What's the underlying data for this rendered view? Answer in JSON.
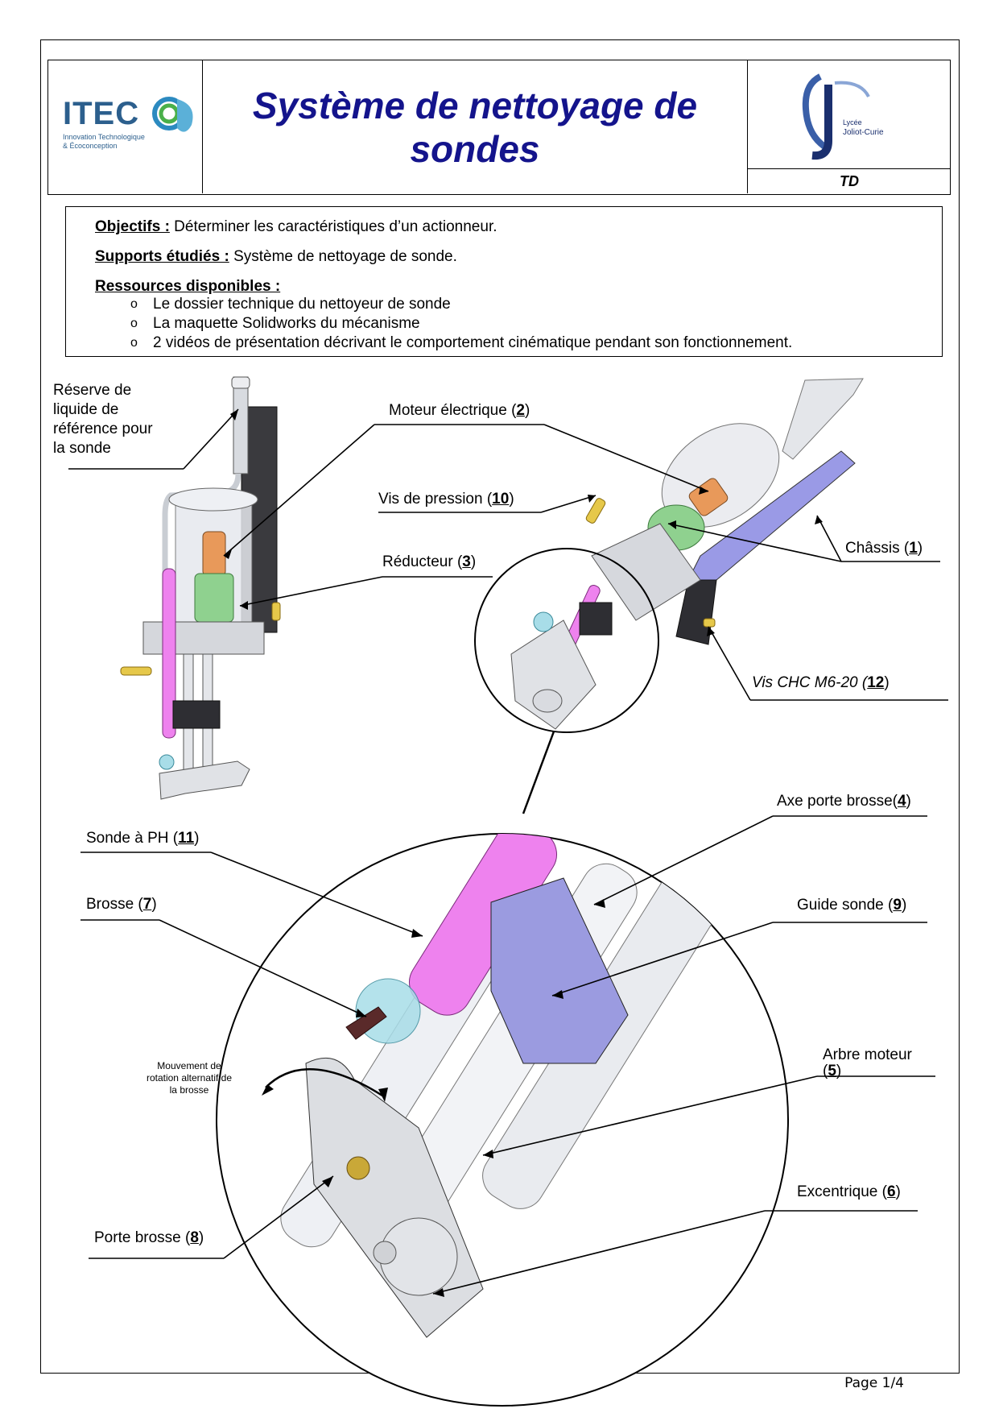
{
  "header": {
    "logo_left": {
      "brand": "ITEC",
      "line1": "Innovation Technologique",
      "line2": "& Écoconception"
    },
    "title": "Système de nettoyage de sondes",
    "logo_right": {
      "line1": "Lycée",
      "line2": "Joliot-Curie"
    },
    "doc_type": "TD"
  },
  "objectives": {
    "obj_label": "Objectifs :",
    "obj_text": " Déterminer les caractéristiques d’un actionneur.",
    "support_label": "Supports étudiés :",
    "support_text": " Système de nettoyage de sonde.",
    "resources_label": "Ressources disponibles :",
    "resources": [
      "Le dossier technique du nettoyeur de sonde",
      "La maquette Solidworks du mécanisme",
      "2 vidéos de présentation décrivant le comportement cinématique pendant son fonctionnement."
    ]
  },
  "labels": {
    "reserve": [
      "Réserve de",
      "liquide de",
      "référence pour",
      "la sonde"
    ],
    "moteur": {
      "text": "Moteur électrique (",
      "num": "2",
      "end": ")"
    },
    "vis_pression": {
      "text": "Vis de pression (",
      "num": "10",
      "end": ")"
    },
    "reducteur": {
      "text": "Réducteur (",
      "num": "3",
      "end": ")"
    },
    "chassis": {
      "text": "Châssis (",
      "num": "1",
      "end": ")"
    },
    "vis_chc": {
      "text": "Vis CHC M6-20  (",
      "num": "12",
      "end": ")"
    },
    "axe": {
      "text": "Axe porte brosse(",
      "num": "4",
      "end": ")"
    },
    "sonde": {
      "text": "Sonde à PH  (",
      "num": "11",
      "end": ")"
    },
    "brosse": {
      "text": "Brosse (",
      "num": "7",
      "end": ")"
    },
    "guide": {
      "text": "Guide sonde (",
      "num": "9",
      "end": ")"
    },
    "arbre": {
      "line1": "Arbre moteur",
      "line2a": "(",
      "num": "5",
      "line2b": ")"
    },
    "excentrique": {
      "text": "Excentrique (",
      "num": "6",
      "end": ")"
    },
    "porte": {
      "text": "Porte brosse (",
      "num": "8",
      "end": ")"
    },
    "mouvement": [
      "Mouvement de",
      "rotation alternatif de",
      "la brosse"
    ]
  },
  "footer": {
    "page": "Page 1/4"
  },
  "colors": {
    "title_blue": "#14148c",
    "probe_pink": "#ee82ee",
    "guide_violet": "#9b9be0",
    "gear_green": "#8fd18f",
    "motor_orange": "#e8995a",
    "chassis_blue": "#9a9ae6"
  }
}
